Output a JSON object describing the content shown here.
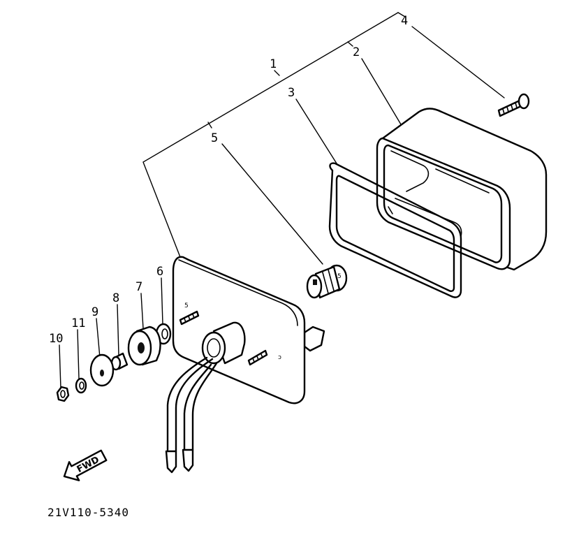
{
  "diagram": {
    "callouts": [
      "1",
      "2",
      "3",
      "4",
      "5",
      "6",
      "7",
      "8",
      "9",
      "10",
      "11"
    ],
    "bulb_mark": "5",
    "stud_mark": "5",
    "direction_label": "FWD",
    "part_code": "21V110-5340"
  }
}
